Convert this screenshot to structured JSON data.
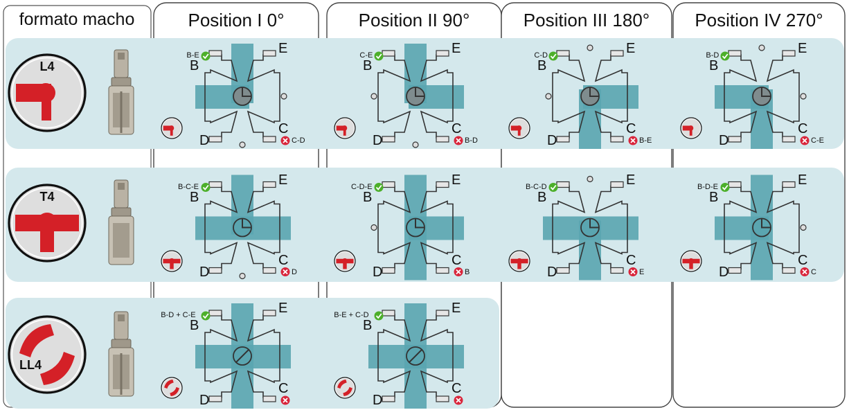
{
  "header": {
    "plug_format": "formato macho",
    "positions": [
      "Position I 0°",
      "Position II 90°",
      "Position III 180°",
      "Position IV 270°"
    ]
  },
  "colors": {
    "row_bg": "#d4e8ec",
    "flow": "#5aa5b0",
    "valve_body": "#e6e6e6",
    "outline": "#333333",
    "plug_red": "#d42027",
    "ok_green": "#4caf2a",
    "blocked_red": "#d9253b"
  },
  "ports": {
    "b": "B",
    "c": "C",
    "d": "D",
    "e": "E"
  },
  "rows": [
    {
      "plug_label": "L4",
      "plug_icon": "l-plug-icon",
      "cells": [
        {
          "open_label": "B-E",
          "closed_label": "C-D",
          "flow": [
            "B",
            "E"
          ]
        },
        {
          "open_label": "C-E",
          "closed_label": "B-D",
          "flow": [
            "C",
            "E"
          ]
        },
        {
          "open_label": "C-D",
          "closed_label": "B-E",
          "flow": [
            "C",
            "D"
          ]
        },
        {
          "open_label": "B-D",
          "closed_label": "C-E",
          "flow": [
            "B",
            "D"
          ]
        }
      ]
    },
    {
      "plug_label": "T4",
      "plug_icon": "t-plug-icon",
      "cells": [
        {
          "open_label": "B-C-E",
          "closed_label": "D",
          "flow": [
            "B",
            "C",
            "E"
          ]
        },
        {
          "open_label": "C-D-E",
          "closed_label": "B",
          "flow": [
            "C",
            "D",
            "E"
          ]
        },
        {
          "open_label": "B-C-D",
          "closed_label": "E",
          "flow": [
            "B",
            "C",
            "D"
          ]
        },
        {
          "open_label": "B-D-E",
          "closed_label": "C",
          "flow": [
            "B",
            "D",
            "E"
          ]
        }
      ]
    },
    {
      "plug_label": "LL4",
      "plug_icon": "ll-plug-icon",
      "cells": [
        {
          "open_label": "B-D + C-E",
          "closed_label": "",
          "flow": [
            "B",
            "C",
            "D",
            "E"
          ]
        },
        {
          "open_label": "B-E + C-D",
          "closed_label": "",
          "flow": [
            "B",
            "C",
            "D",
            "E"
          ]
        }
      ]
    }
  ]
}
